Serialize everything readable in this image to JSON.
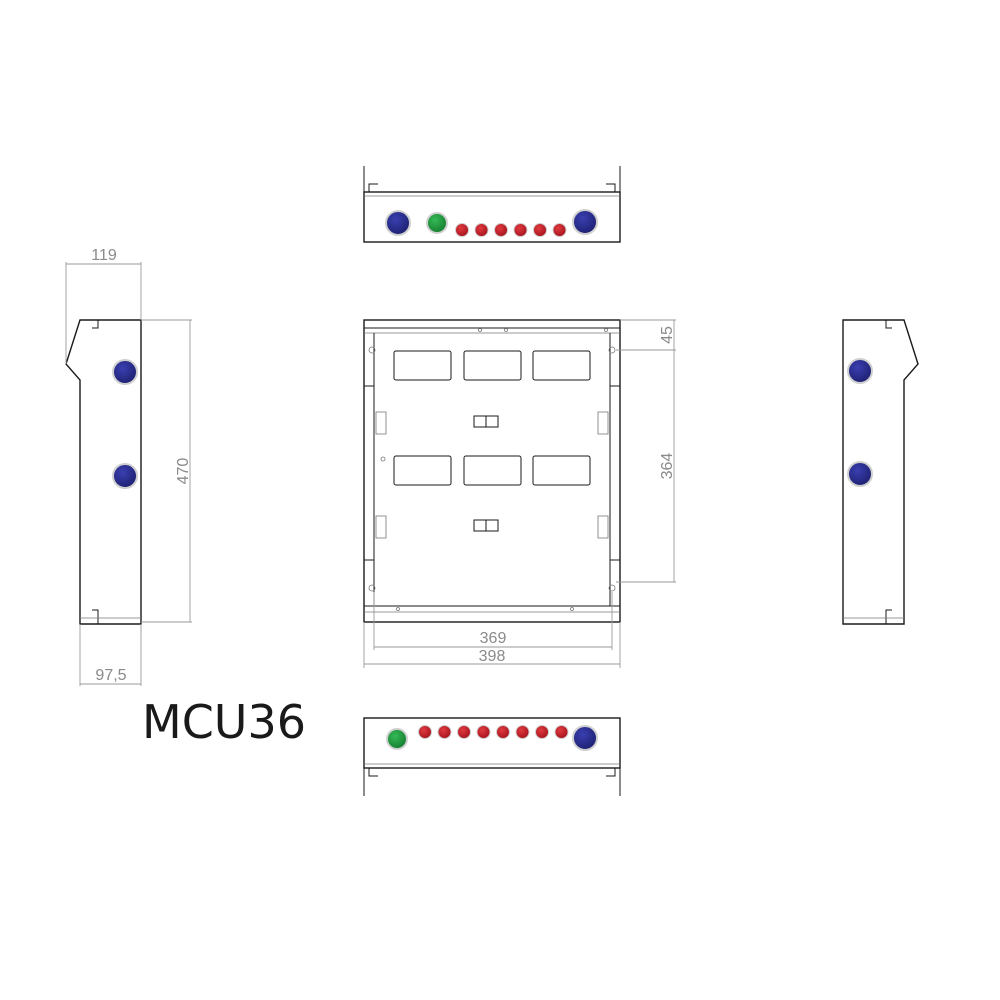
{
  "model_label": "MCU36",
  "dimensions": {
    "side_depth_top": "119",
    "side_depth_bottom": "97,5",
    "height": "470",
    "top_offset": "45",
    "inner_height": "364",
    "inner_width": "369",
    "outer_width": "398"
  },
  "colors": {
    "blue": "#2b2f8f",
    "green": "#1f9a3c",
    "red": "#c8202a",
    "line": "#1a1a1a",
    "dimension": "#8a8a8a"
  },
  "top_view": {
    "green_count": 1,
    "red_count": 6,
    "blue_count": 2
  },
  "bottom_view": {
    "green_count": 1,
    "red_count": 8,
    "blue_count": 1
  },
  "side_views": {
    "blue_per_side": 2
  },
  "front_view": {
    "windows": 6
  }
}
